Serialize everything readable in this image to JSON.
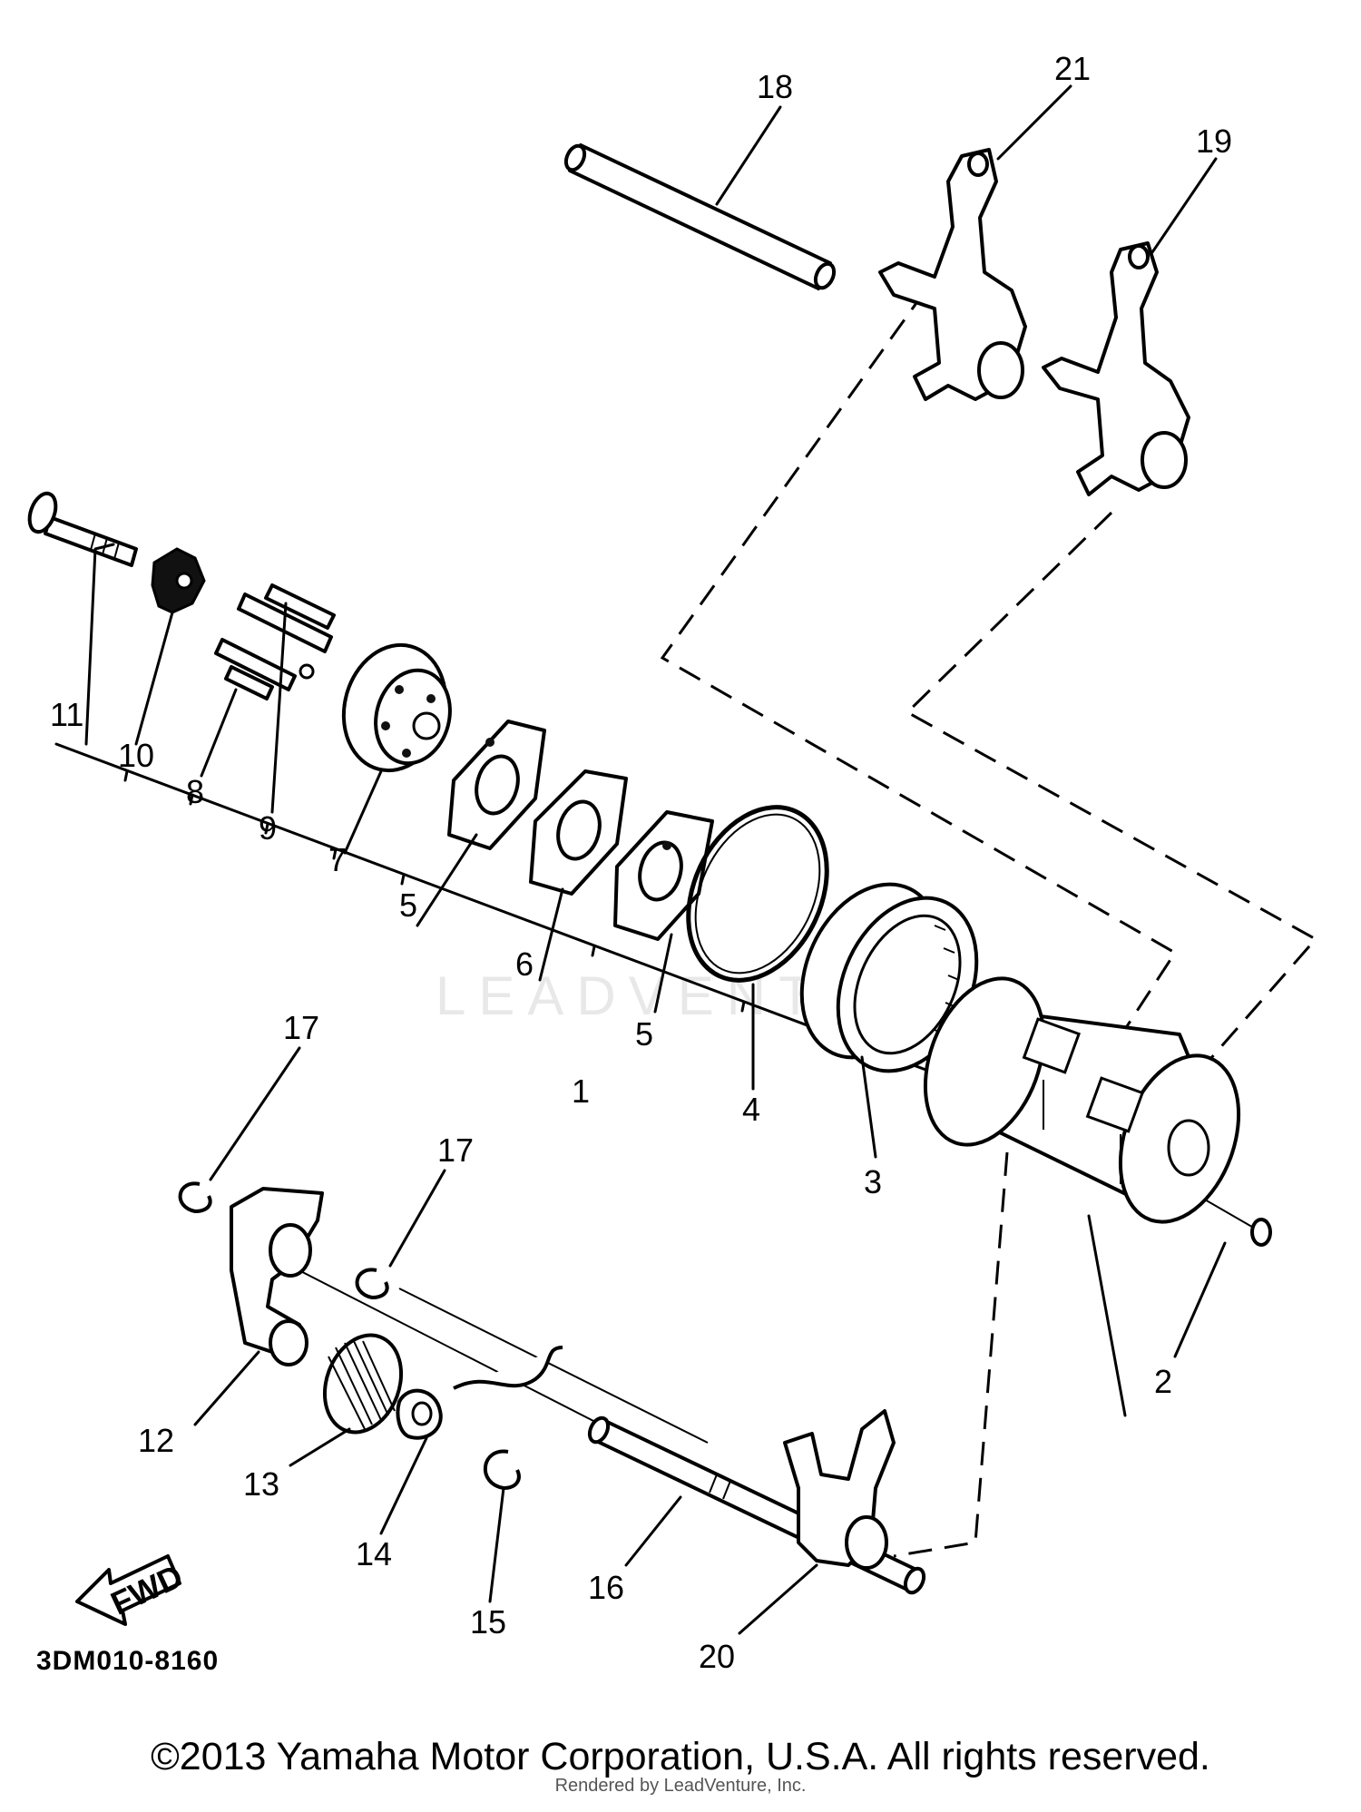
{
  "diagram": {
    "part_numbers": {
      "p1": "1",
      "p2": "2",
      "p3": "3",
      "p4": "4",
      "p5a": "5",
      "p5b": "5",
      "p6": "6",
      "p7": "7",
      "p8": "8",
      "p9": "9",
      "p10": "10",
      "p11": "11",
      "p12": "12",
      "p13": "13",
      "p14": "14",
      "p15": "15",
      "p16": "16",
      "p17a": "17",
      "p17b": "17",
      "p18": "18",
      "p19": "19",
      "p20": "20",
      "p21": "21"
    },
    "forward_arrow_label": "FWD",
    "diagram_code": "3DM010-8160",
    "watermark": "LEADVENTURE"
  },
  "footer": {
    "copyright": "©2013 Yamaha Motor Corporation, U.S.A. All rights reserved.",
    "credit": "Rendered by LeadVenture, Inc."
  }
}
